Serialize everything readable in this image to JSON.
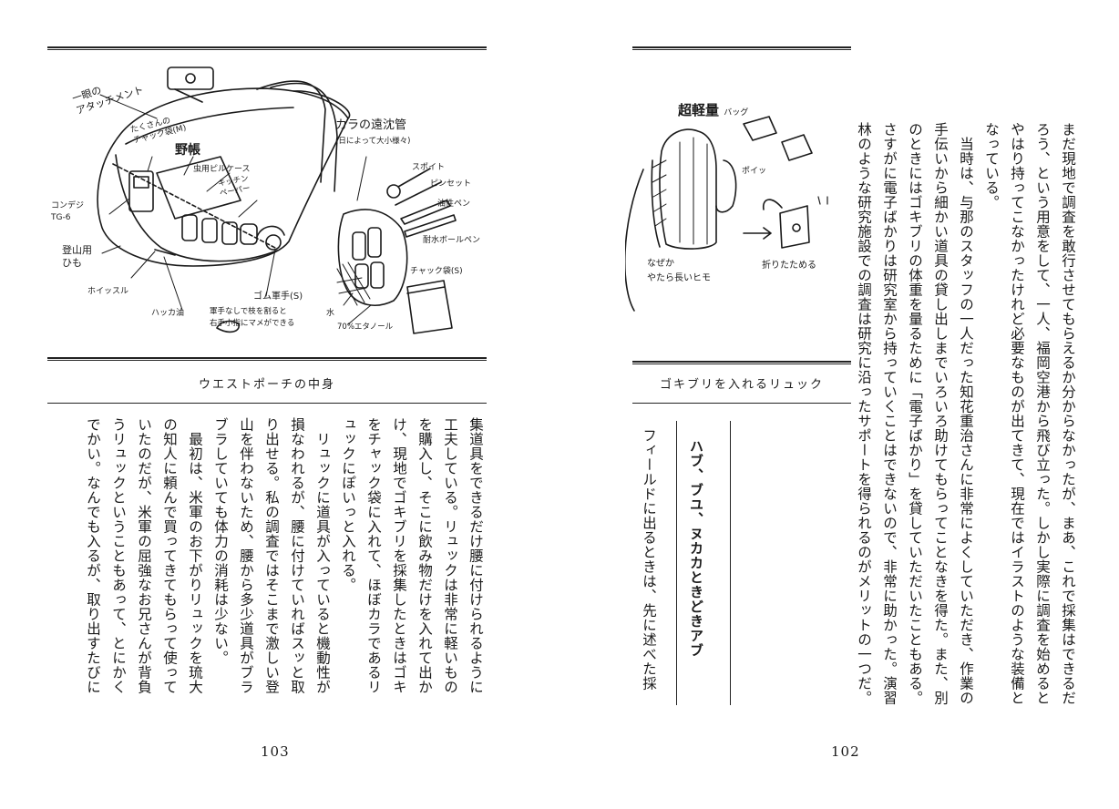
{
  "left_page": {
    "figure": {
      "labels": {
        "attachment": "一眼の\nアタッチメント",
        "zip_bags": "たくさんの\nチャック袋(M)",
        "notebook": "野帳",
        "insect_case": "虫用ピルケース",
        "kitchen_paper": "キッチン\nペーパー",
        "camera": "コンデジ\nTG-6",
        "cord": "登山用\nひも",
        "whistle": "ホイッスル",
        "mint_oil": "ハッカ油",
        "rubber_gloves": "ゴム軍手(S)",
        "glove_note": "軍手なしで枝を割ると\n右手小指にマメができる",
        "water": "水",
        "ethanol": "70%エタノール",
        "tube": "カラの遠沈管",
        "tube_note": "(日によって大小様々)",
        "dropper": "スポイト",
        "tweezers": "ピンセット",
        "marker": "油性ペン",
        "ballpen": "耐水ボールペン",
        "zip_bag_s": "チャック袋(S)"
      }
    },
    "caption": "ウエストポーチの中身",
    "body": [
      {
        "text": "集道具をできるだけ腰に付けられるように工夫している。リュックは非常に軽いものを購入し、そこに飲み物だけを入れて出かけ、現地でゴキブリを採集したときはゴキをチャック袋に入れて、ほぼカラであるリュックにぽいっと入れる。",
        "indent": false
      },
      {
        "text": "リュックに道具が入っていると機動性が損なわれるが、腰に付けていればスッと取り出せる。私の調査ではそこまで激しい登山を伴わないため、腰から多少道具がブラブラしていても体力の消耗は少ない。",
        "indent": true
      },
      {
        "text": "最初は、米軍のお下がりリュックを琉大の知人に頼んで買ってきてもらって使っていたのだが、米軍の屈強なお兄さんが背負うリュックということもあって、とにかくでかい。なんでも入るが、取り出すたびに",
        "indent": true
      }
    ],
    "page_number": "103"
  },
  "right_page": {
    "figure": {
      "labels": {
        "title": "超軽量",
        "title_sub": "バッグ",
        "pouch": "ポイッ",
        "fold": "折りたためる",
        "strap": "なぜか\nやたら長いヒモ"
      }
    },
    "caption": "ゴキブリを入れるリュック",
    "body": [
      {
        "text": "まだ現地で調査を敢行させてもらえるか分からなかったが、まあ、これで採集はできるだろう、という用意をして、一人、福岡空港から飛び立った。しかし実際に調査を始めるとやはり持ってこなかったけれど必要なものが出てきて、現在ではイラストのような装備となっている。",
        "indent": false
      },
      {
        "text": "当時は、与那のスタッフの一人だった知花重治さんに非常によくしていただき、作業の手伝いから細かい道具の貸し出しまでいろいろ助けてもらってことなきを得た。また、別のときにはゴキブリの体重を量るために「電子ばかり」を貸していただいたこともある。さすがに電子ばかりは研究室から持っていくことはできないので、非常に助かった。演習林のような研究施設での調査は研究に沿ったサポートを得られるのがメリットの一つだ。",
        "indent": true
      }
    ],
    "section_heading": "ハブ、ブユ、ヌカカときどきアブ",
    "section_body": "フィールドに出るときは、先に述べた採",
    "page_number": "102"
  }
}
